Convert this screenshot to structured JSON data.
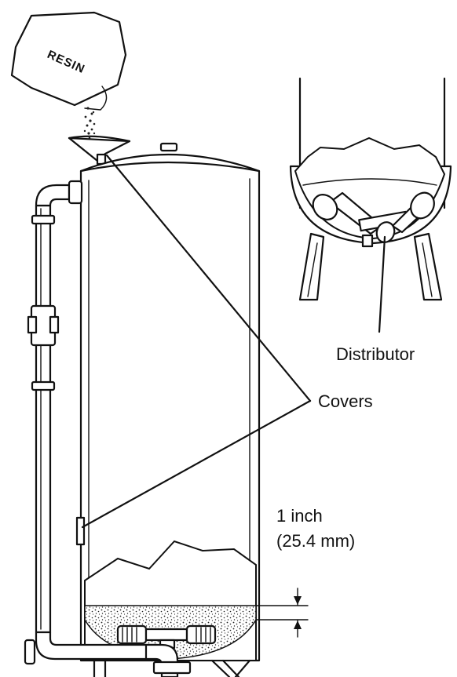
{
  "bag_label": "RESIN",
  "labels": {
    "distributor": "Distributor",
    "covers": "Covers",
    "measurement_line1": "1 inch",
    "measurement_line2": "(25.4 mm)"
  }
}
